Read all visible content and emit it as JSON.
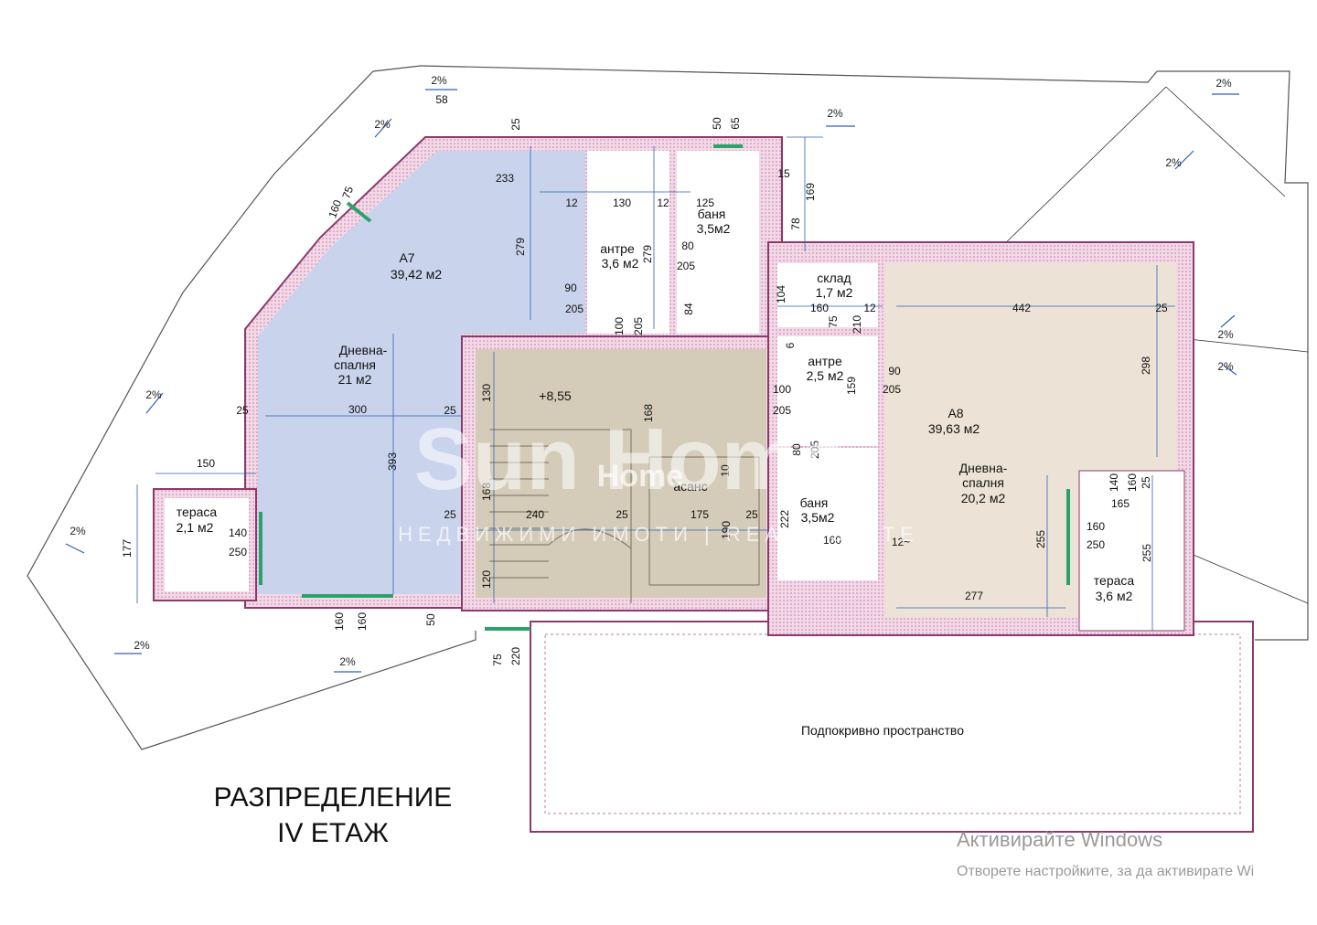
{
  "plan_title": {
    "line1": "РАЗПРЕДЕЛЕНИЕ",
    "line2": "IV ЕТАЖ"
  },
  "units": [
    {
      "code": "А7",
      "area": "39,42 м2"
    },
    {
      "code": "А8",
      "area": "39,63 м2"
    }
  ],
  "rooms": {
    "a7_living_name": "Дневна-\nспалня",
    "a7_living_area": "21 м2",
    "a7_hall_name": "антре",
    "a7_hall_area": "3,6 м2",
    "a7_bath_name": "баня",
    "a7_bath_area": "3,5м2",
    "a7_terrace_name": "тераса",
    "a7_terrace_area": "2,1 м2",
    "storage_name": "склад",
    "storage_area": "1,7 м2",
    "a8_hall_name": "антре",
    "a8_hall_area": "2,5 м2",
    "a8_bath_name": "баня",
    "a8_bath_area": "3,5м2",
    "a8_living_name": "Дневна-\nспалня",
    "a8_living_area": "20,2 м2",
    "a8_terrace_name": "тераса",
    "a8_terrace_area": "3,6 м2",
    "elevator": "асанс",
    "stair_level": "+8,55",
    "attic": "Подпокривно пространство"
  },
  "slope_label": "2%",
  "dimensions": {
    "d58": "58",
    "d25": "25",
    "d50": "50",
    "d65": "65",
    "d75": "75",
    "d160": "160",
    "d233": "233",
    "d12": "12",
    "d130": "130",
    "d125": "125",
    "d279": "279",
    "d80": "80",
    "d205": "205",
    "d90": "90",
    "d84": "84",
    "d100": "100",
    "d15": "15",
    "d169": "169",
    "d78": "78",
    "d104": "104",
    "d6": "6",
    "d210": "210",
    "d159": "159",
    "d442": "442",
    "d298": "298",
    "d300": "300",
    "d393": "393",
    "d168": "168",
    "d10": "10",
    "d222": "222",
    "d240": "240",
    "d175": "175",
    "d190": "190",
    "d120": "120",
    "d150": "150",
    "d177": "177",
    "d140": "140",
    "d250": "250",
    "d220": "220",
    "d255": "255",
    "d165": "165",
    "d277": "277",
    "d12t": "12~"
  },
  "watermark": {
    "brand": "Sun Home",
    "tagline": "НЕДВИЖИМИ ИМОТИ | REAL ESTATE",
    "center_word": "Home"
  },
  "windows_activation": {
    "line1": "Активирайте Windows",
    "line2": "Отворете настройките, за да активирате Wi"
  },
  "colors": {
    "a7_fill": "#c9d3ec",
    "a8_fill": "#ece3d6",
    "stair_fill": "#d4ccb8",
    "wall_fill": "#f1d4e3",
    "wall_stroke": "#8b3a6b",
    "dim_line": "#2e62b8",
    "window_green": "#2aa36a"
  }
}
